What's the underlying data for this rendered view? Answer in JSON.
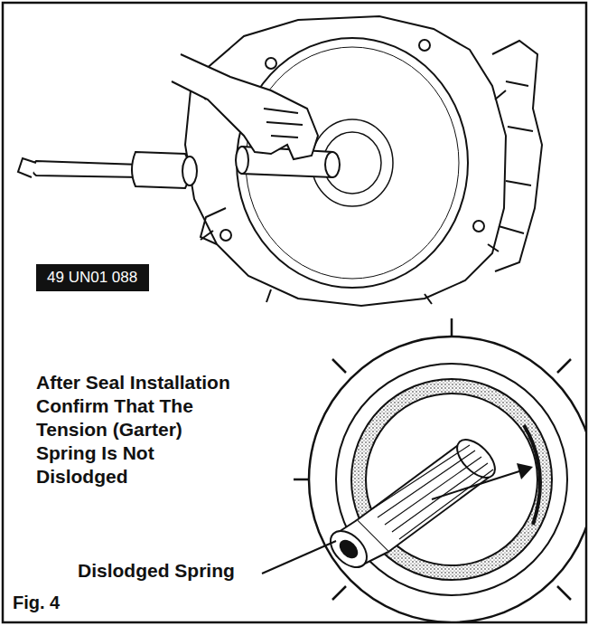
{
  "diagram": {
    "caption": "Fig. 4",
    "nodes": [
      {
        "text": [
          "49 UN01 088"
        ]
      }
    ],
    "labels": [
      "After Seal Installation Confirm That The Tension (Garter) Spring Is Not Dislodged",
      "Dislodged Spring"
    ]
  }
}
